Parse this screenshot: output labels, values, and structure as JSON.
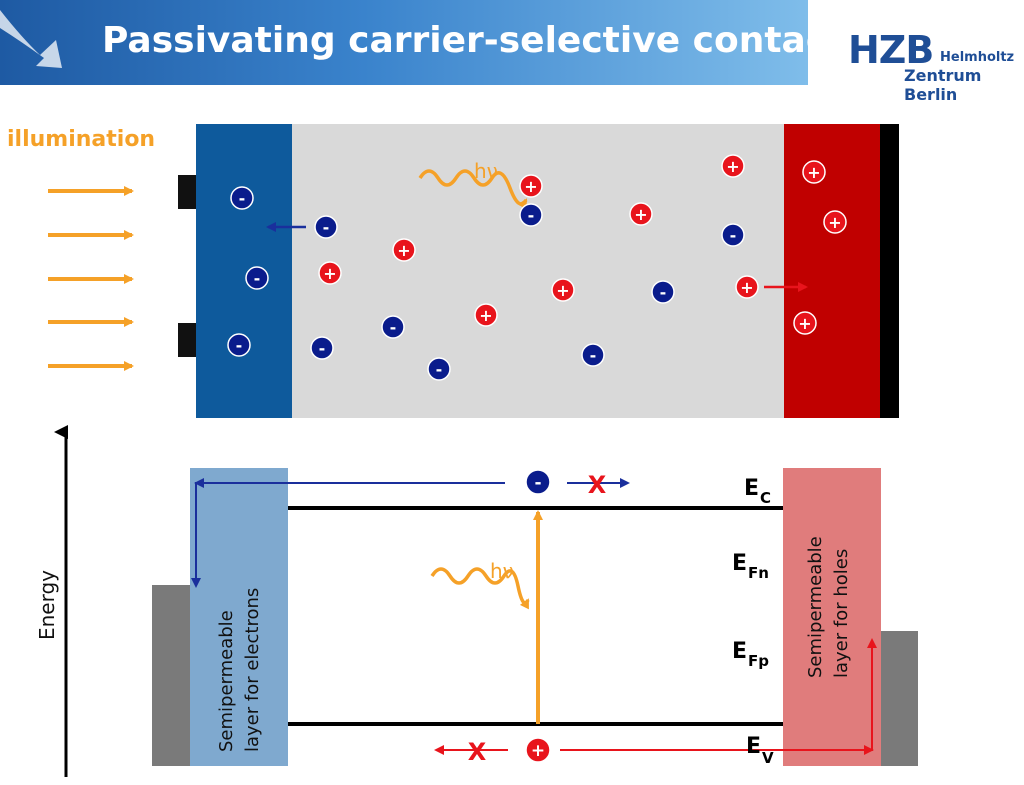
{
  "header": {
    "title": "Passivating carrier-selective contacts"
  },
  "logo": {
    "mark": "HZB",
    "line1": "Helmholtz",
    "line2": "Zentrum Berlin"
  },
  "illumination_label": "illumination",
  "photon_label": "hν",
  "charges": {
    "electron": "-",
    "hole": "+"
  },
  "band_diagram": {
    "axis_label": "Energy",
    "levels": {
      "ec_main": "E",
      "ec_sub": "C",
      "efn_main": "E",
      "efn_sub": "Fn",
      "efp_main": "E",
      "efp_sub": "Fp",
      "ev_main": "E",
      "ev_sub": "V"
    },
    "electron_layer_l1": "Semipermeable",
    "electron_layer_l2": "layer for electrons",
    "hole_layer_l1": "Semipermeable",
    "hole_layer_l2": "layer for holes",
    "blocked_mark": "X"
  },
  "colors": {
    "electron_layer": "#0e5a9c",
    "absorber": "#d9d9d9",
    "hole_layer": "#c00000",
    "electron": "#0a1c8c",
    "hole": "#e8141c",
    "photon": "#f5a128",
    "electron_layer_light": "#7fa9cf",
    "hole_layer_light": "#e07c7c",
    "metal": "#7a7a7a"
  }
}
